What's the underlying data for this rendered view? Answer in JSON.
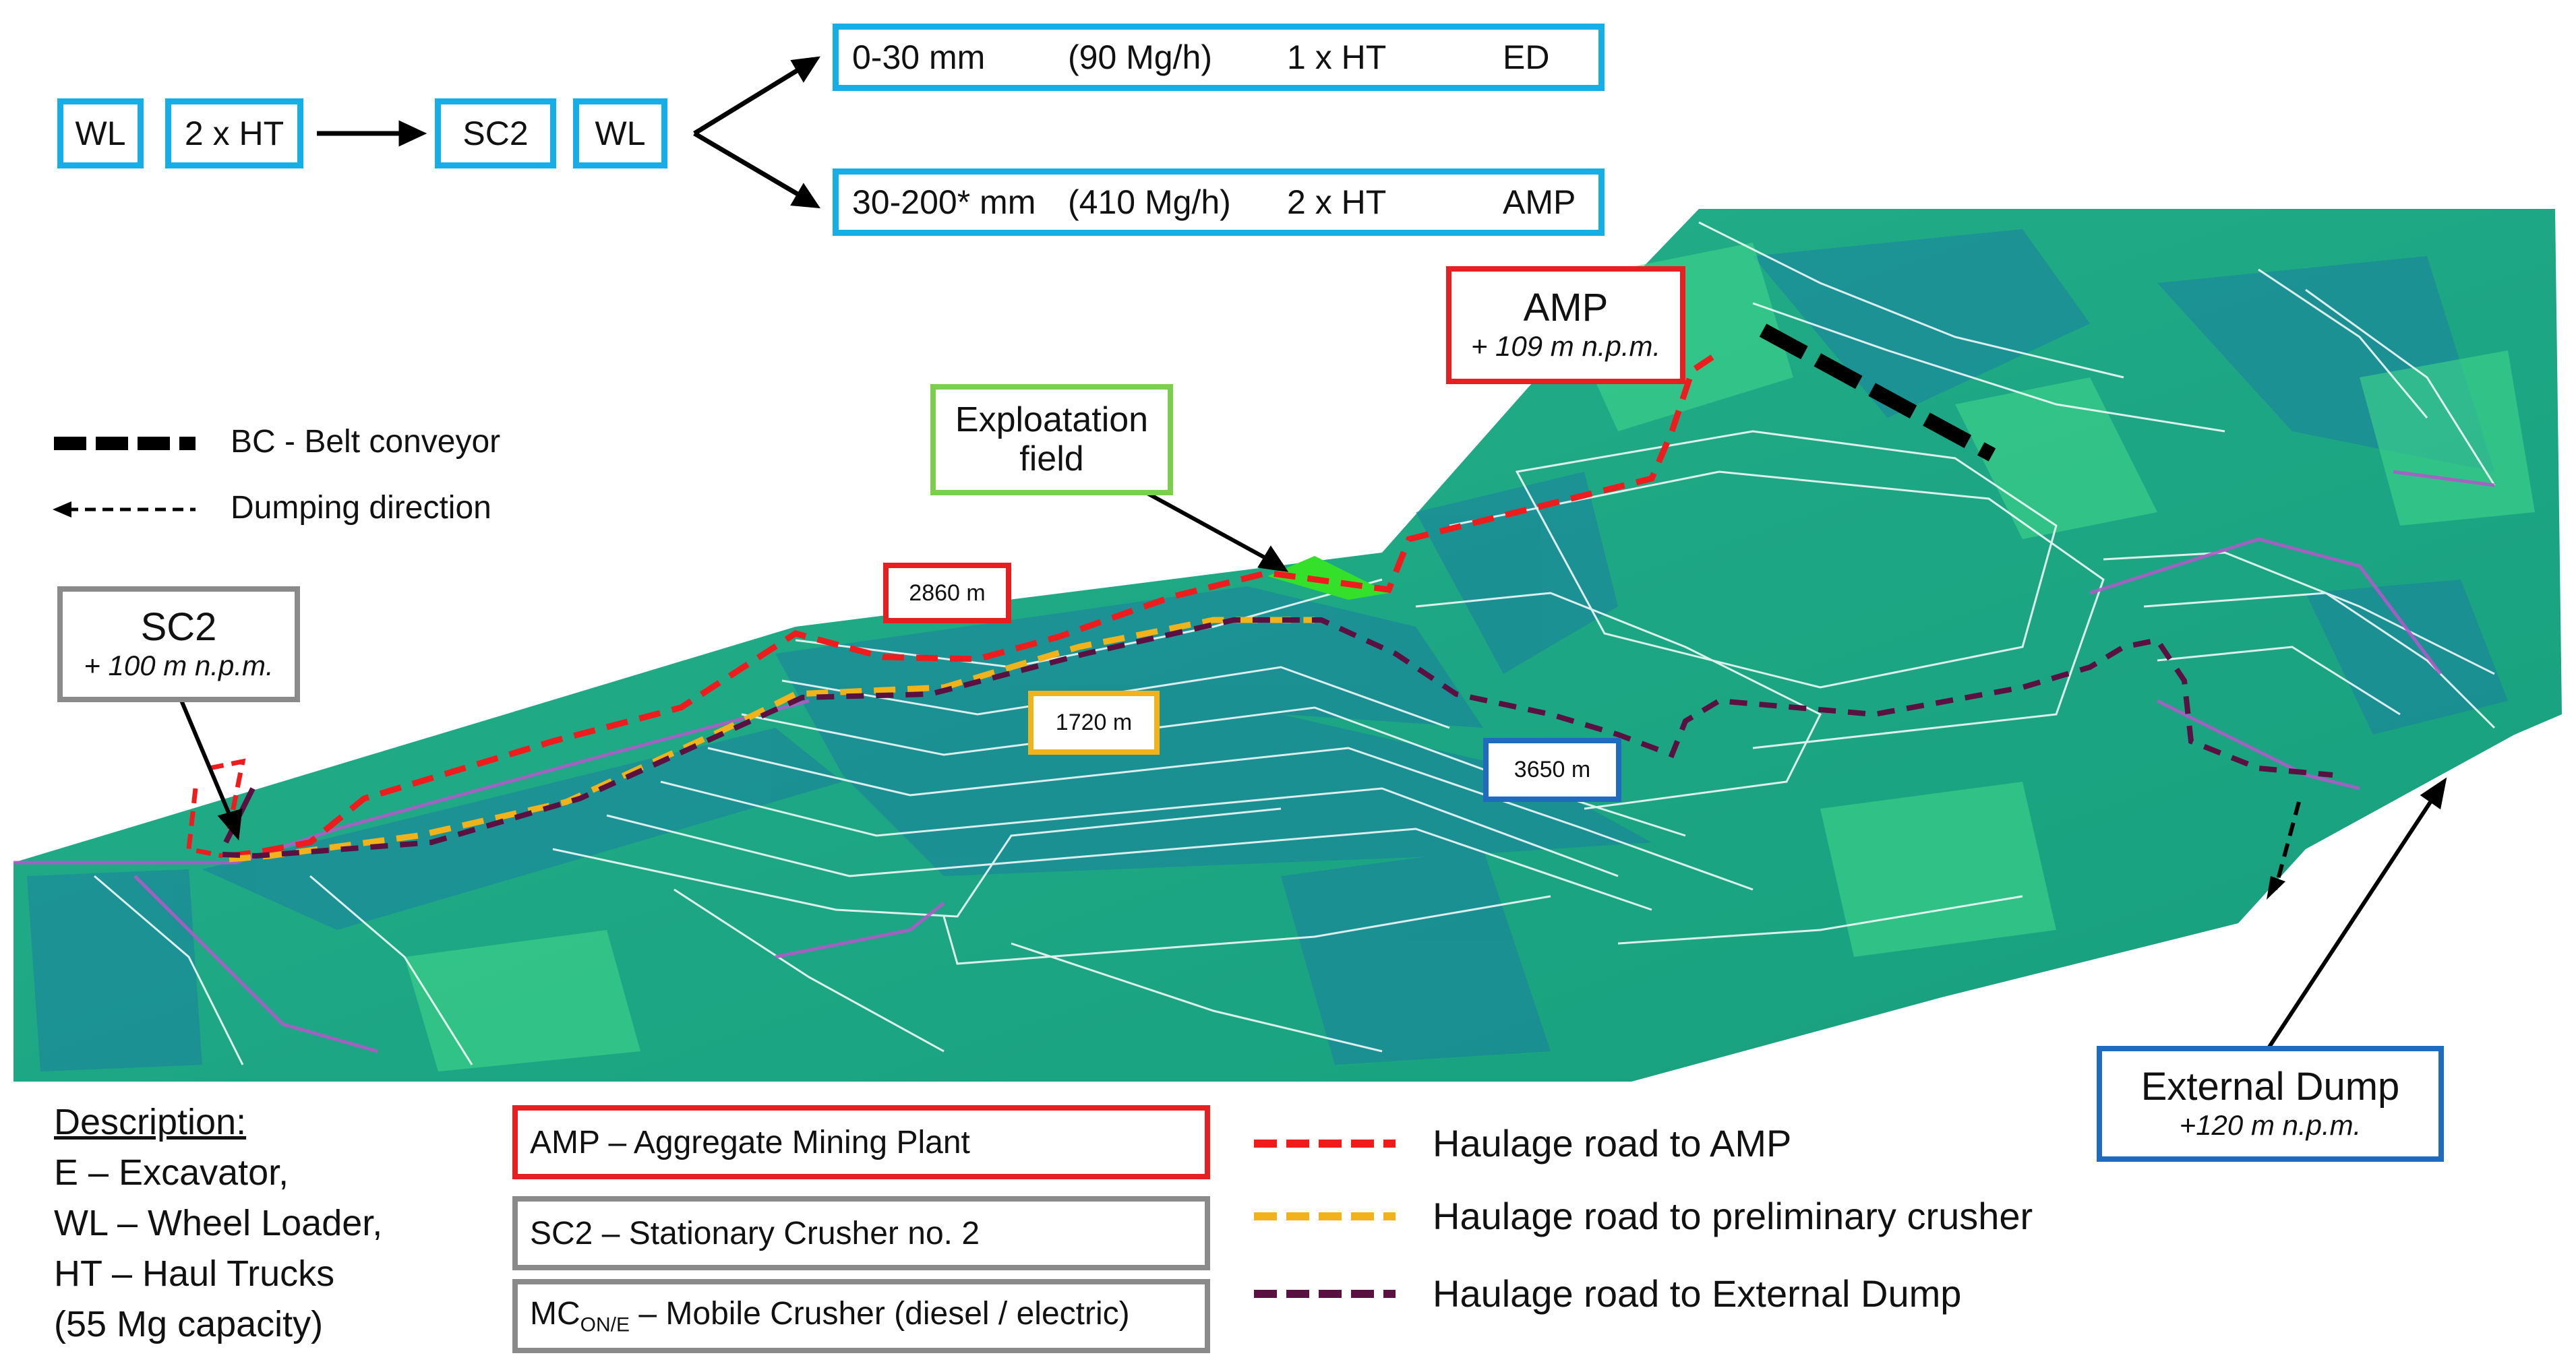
{
  "flow": {
    "wl_left": "WL",
    "trucks": "2 x HT",
    "sc2": "SC2",
    "wl_right": "WL",
    "routes": [
      {
        "size": "0-30 mm",
        "rate": "(90 Mg/h)",
        "trucks": "1 x HT",
        "dest": "ED"
      },
      {
        "size": "30-200* mm",
        "rate": "(410 Mg/h)",
        "trucks": "2 x HT",
        "dest": "AMP"
      }
    ]
  },
  "map_labels": {
    "amp": {
      "title": "AMP",
      "elev": "+ 109 m n.p.m."
    },
    "sc2": {
      "title": "SC2",
      "elev": "+ 100 m n.p.m."
    },
    "external_dump": {
      "title": "External Dump",
      "elev": "+120 m n.p.m."
    },
    "exploitation_field": {
      "line1": "Exploatation",
      "line2": "field"
    }
  },
  "distances": {
    "amp_road": "2860 m",
    "crusher_road": "1720 m",
    "dump_road": "3650 m"
  },
  "top_legend": {
    "belt_conveyor": "BC - Belt conveyor",
    "dumping_direction": "Dumping direction"
  },
  "description": {
    "heading": "Description:",
    "lines": [
      "E – Excavator,",
      "WL – Wheel Loader,",
      "HT – Haul Trucks",
      "(55 Mg capacity)"
    ]
  },
  "key": {
    "amp": "AMP – Aggregate Mining Plant",
    "sc2": "SC2 – Stationary Crusher no. 2",
    "mc_prefix": "MC",
    "mc_sub": "ON/E",
    "mc_suffix": " – Mobile Crusher (diesel / electric)"
  },
  "haulage_legend": {
    "amp": "Haulage road to AMP",
    "crusher": "Haulage road to preliminary crusher",
    "dump": "Haulage road to External Dump"
  },
  "colors": {
    "amp_road": "#ee1c1c",
    "crusher_road": "#f2b21a",
    "dump_road": "#5a1040",
    "terrain": "#1fae86",
    "box_cyan": "#16aee6"
  }
}
